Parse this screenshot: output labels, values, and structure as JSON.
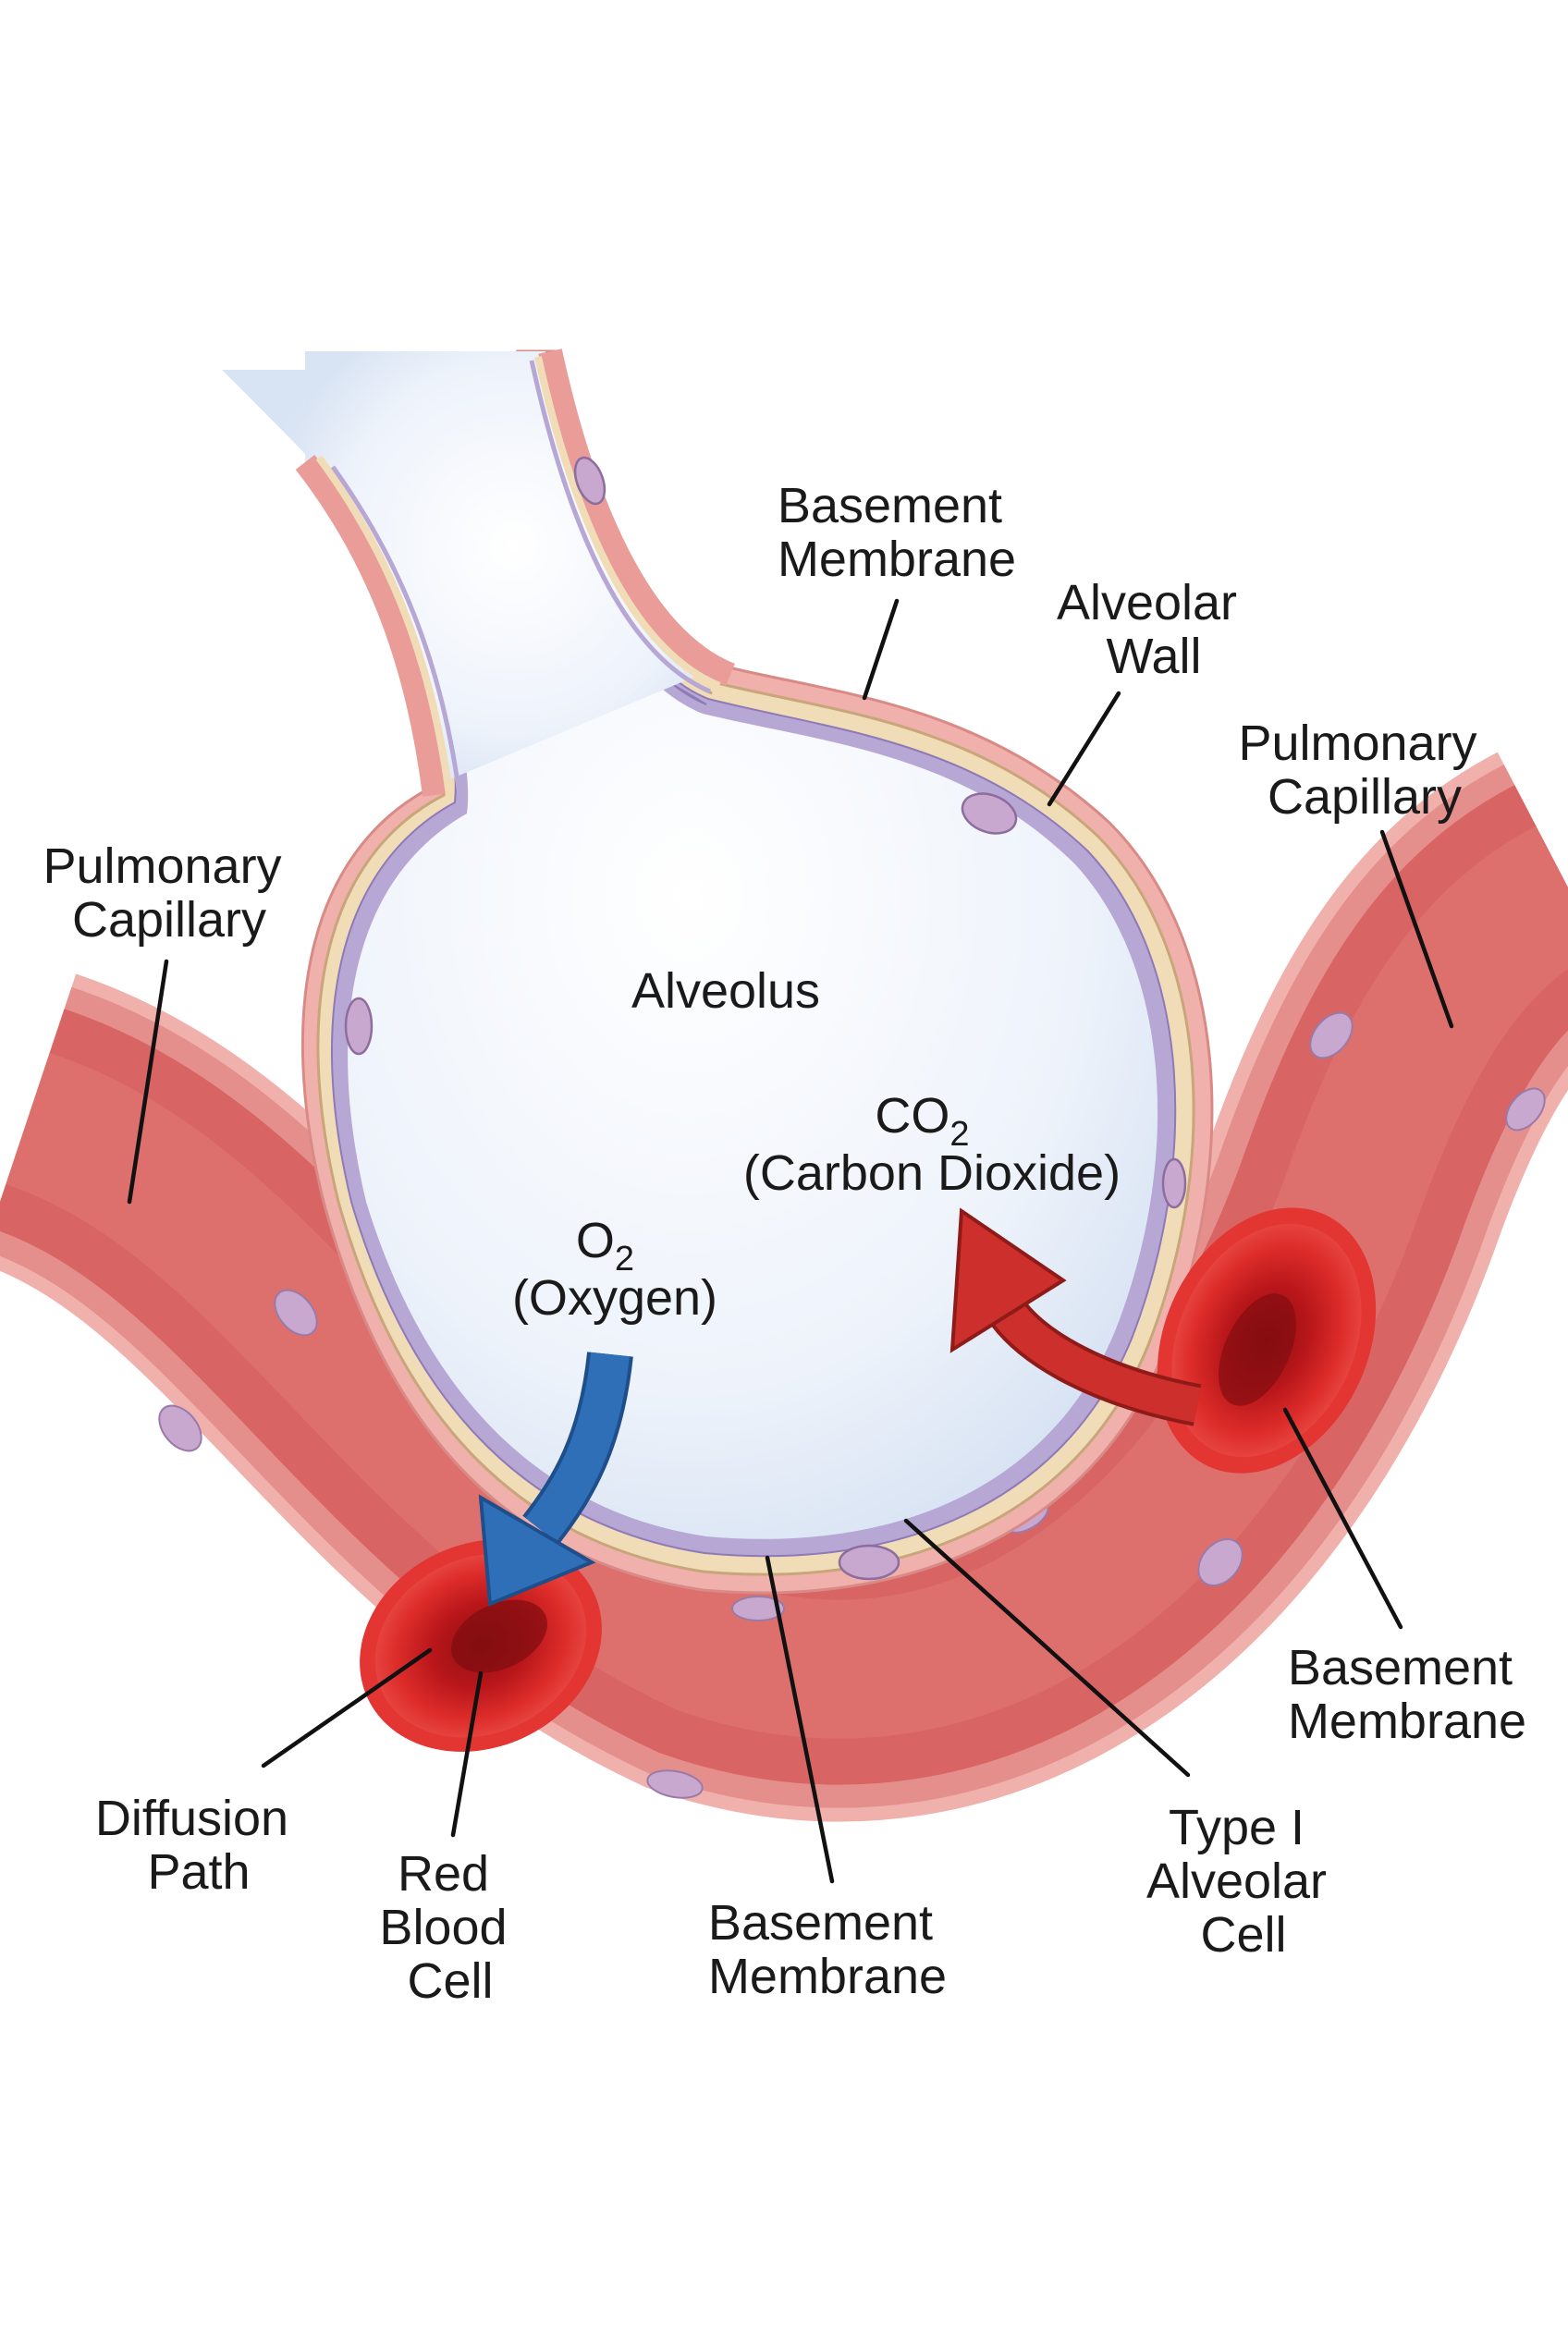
{
  "labels": {
    "basement_membrane_top": [
      "Basement",
      "Membrane"
    ],
    "alveolar_wall": [
      "Alveolar",
      "Wall"
    ],
    "pulmonary_capillary_right": [
      "Pulmonary",
      "Capillary"
    ],
    "pulmonary_capillary_left": [
      "Pulmonary",
      "Capillary"
    ],
    "alveolus": "Alveolus",
    "co2": {
      "symbol": "CO",
      "subscript": "2",
      "name": "(Carbon Dioxide)"
    },
    "o2": {
      "symbol": "O",
      "subscript": "2",
      "name": "(Oxygen)"
    },
    "basement_membrane_right": [
      "Basement",
      "Membrane"
    ],
    "diffusion_path": [
      "Diffusion",
      "Path"
    ],
    "red_blood_cell": [
      "Red",
      "Blood",
      "Cell"
    ],
    "basement_membrane_bottom": [
      "Basement",
      "Membrane"
    ],
    "type_i_alveolar_cell": [
      "Type I",
      "Alveolar",
      "Cell"
    ]
  },
  "colors": {
    "vessel_outer": "#f0b1ad",
    "vessel_blood": "#d86463",
    "alveolus_air": "#e6eef9",
    "alveolar_wall_cream": "#f1dcb8",
    "basement_membrane_purple": "#b7a7d4",
    "nucleus": "#c9a8cf",
    "red_blood_cell": "#d32424",
    "o2_arrow": "#2e6fb8",
    "co2_arrow": "#cc2f2c"
  }
}
